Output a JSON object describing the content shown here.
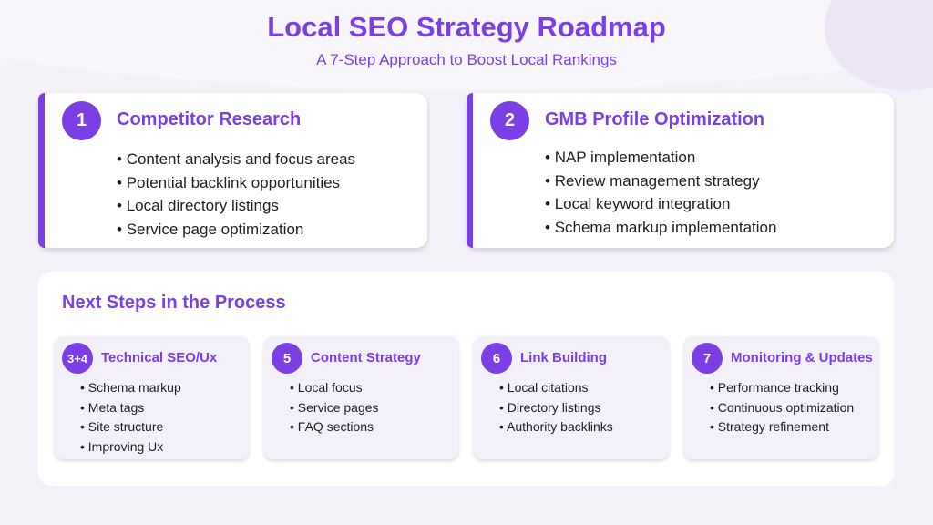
{
  "header": {
    "title": "Local SEO Strategy Roadmap",
    "subtitle": "A 7-Step Approach to Boost Local Rankings"
  },
  "cards": [
    {
      "number": "1",
      "title": "Competitor Research",
      "items": [
        "Content analysis and focus areas",
        "Potential backlink opportunities",
        "Local directory listings",
        "Service page optimization"
      ]
    },
    {
      "number": "2",
      "title": "GMB Profile Optimization",
      "items": [
        "NAP implementation",
        "Review management strategy",
        "Local keyword integration",
        "Schema markup implementation"
      ]
    }
  ],
  "next": {
    "heading": "Next Steps in the Process",
    "steps": [
      {
        "number": "3+4",
        "title": "Technical SEO/Ux",
        "items": [
          "Schema markup",
          "Meta tags",
          "Site structure",
          "Improving Ux"
        ]
      },
      {
        "number": "5",
        "title": "Content Strategy",
        "items": [
          "Local focus",
          "Service pages",
          "FAQ sections"
        ]
      },
      {
        "number": "6",
        "title": "Link Building",
        "items": [
          "Local citations",
          "Directory listings",
          "Authority backlinks"
        ]
      },
      {
        "number": "7",
        "title": "Monitoring & Updates",
        "items": [
          "Performance tracking",
          "Continuous optimization",
          "Strategy refinement"
        ]
      }
    ]
  },
  "colors": {
    "accent": "#7b3fe4"
  }
}
